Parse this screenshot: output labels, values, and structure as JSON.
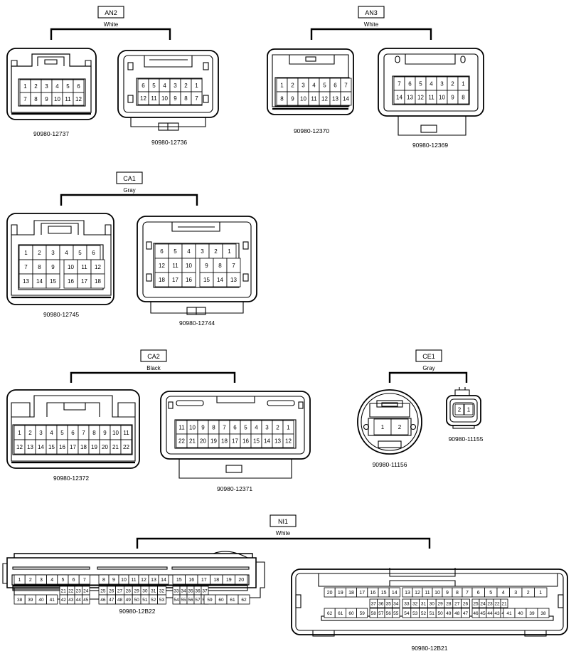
{
  "groups": [
    {
      "code": "AN2",
      "color": "White"
    },
    {
      "code": "AN3",
      "color": "White"
    },
    {
      "code": "CA1",
      "color": "Gray"
    },
    {
      "code": "CA2",
      "color": "Black"
    },
    {
      "code": "CE1",
      "color": "Gray"
    },
    {
      "code": "NI1",
      "color": "White"
    }
  ],
  "connectors": [
    {
      "part": "90980-12737",
      "pins": [
        [
          "1",
          "2",
          "3",
          "4",
          "5",
          "6"
        ],
        [
          "7",
          "8",
          "9",
          "10",
          "11",
          "12"
        ]
      ]
    },
    {
      "part": "90980-12736",
      "pins": [
        [
          "6",
          "5",
          "4",
          "3",
          "2",
          "1"
        ],
        [
          "12",
          "11",
          "10",
          "9",
          "8",
          "7"
        ]
      ]
    },
    {
      "part": "90980-12370",
      "pins": [
        [
          "1",
          "2",
          "3",
          "4",
          "5",
          "6",
          "7"
        ],
        [
          "8",
          "9",
          "10",
          "11",
          "12",
          "13",
          "14"
        ]
      ]
    },
    {
      "part": "90980-12369",
      "pins": [
        [
          "7",
          "6",
          "5",
          "4",
          "3",
          "2",
          "1"
        ],
        [
          "14",
          "13",
          "12",
          "11",
          "10",
          "9",
          "8"
        ]
      ]
    },
    {
      "part": "90980-12745",
      "pins": [
        [
          "1",
          "2",
          "3",
          "4",
          "5",
          "6"
        ],
        [
          "7",
          "8",
          "9",
          "10",
          "11",
          "12"
        ],
        [
          "13",
          "14",
          "15",
          "16",
          "17",
          "18"
        ]
      ]
    },
    {
      "part": "90980-12744",
      "pins": [
        [
          "6",
          "5",
          "4",
          "3",
          "2",
          "1"
        ],
        [
          "12",
          "11",
          "10",
          "9",
          "8",
          "7"
        ],
        [
          "18",
          "17",
          "16",
          "15",
          "14",
          "13"
        ]
      ]
    },
    {
      "part": "90980-12372",
      "pins": [
        [
          "1",
          "2",
          "3",
          "4",
          "5",
          "6",
          "7",
          "8",
          "9",
          "10",
          "11"
        ],
        [
          "12",
          "13",
          "14",
          "15",
          "16",
          "17",
          "18",
          "19",
          "20",
          "21",
          "22"
        ]
      ]
    },
    {
      "part": "90980-12371",
      "pins": [
        [
          "11",
          "10",
          "9",
          "8",
          "7",
          "6",
          "5",
          "4",
          "3",
          "2",
          "1"
        ],
        [
          "22",
          "21",
          "20",
          "19",
          "18",
          "17",
          "16",
          "15",
          "14",
          "13",
          "12"
        ]
      ]
    },
    {
      "part": "90980-11156",
      "pins": [
        [
          "1",
          "2"
        ]
      ]
    },
    {
      "part": "90980-11155",
      "pins": [
        [
          "2",
          "1"
        ]
      ]
    },
    {
      "part": "90980-12B22",
      "pins": [
        [
          "1",
          "2",
          "3",
          "4",
          "5",
          "6",
          "7",
          "8",
          "9",
          "10",
          "11",
          "12",
          "13",
          "14",
          "15",
          "16",
          "17",
          "18",
          "19",
          "20"
        ],
        [
          "21",
          "22",
          "23",
          "24",
          "25",
          "26",
          "27",
          "28",
          "29",
          "30",
          "31",
          "32",
          "33",
          "34",
          "35",
          "36",
          "37"
        ],
        [
          "38",
          "39",
          "40",
          "41",
          "42",
          "43",
          "44",
          "45",
          "46",
          "47",
          "48",
          "49",
          "50",
          "51",
          "52",
          "53",
          "54",
          "55",
          "56",
          "57",
          "58",
          "59",
          "60",
          "61",
          "62"
        ]
      ]
    },
    {
      "part": "90980-12B21",
      "pins": [
        [
          "20",
          "19",
          "18",
          "17",
          "16",
          "15",
          "14",
          "13",
          "12",
          "11",
          "10",
          "9",
          "8",
          "7",
          "6",
          "5",
          "4",
          "3",
          "2",
          "1"
        ],
        [
          "37",
          "36",
          "35",
          "34",
          "33",
          "32",
          "31",
          "30",
          "29",
          "28",
          "27",
          "26",
          "25",
          "24",
          "23",
          "22",
          "21"
        ],
        [
          "62",
          "61",
          "60",
          "59",
          "58",
          "57",
          "56",
          "55",
          "54",
          "53",
          "52",
          "51",
          "50",
          "49",
          "48",
          "47",
          "46",
          "45",
          "44",
          "43",
          "42",
          "41",
          "40",
          "39",
          "38"
        ]
      ]
    }
  ]
}
